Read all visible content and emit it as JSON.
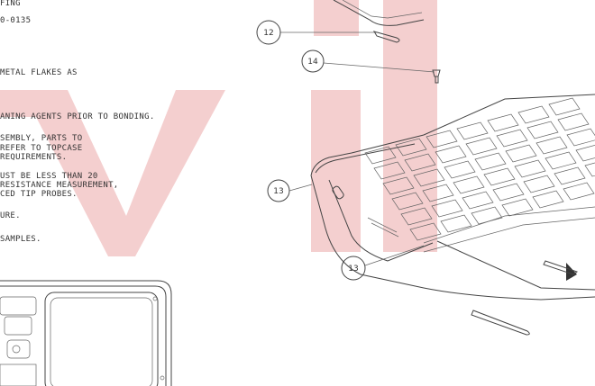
{
  "watermark": {
    "text": "vil",
    "color": "#f3caca"
  },
  "notes": [
    "FING",
    "0-0135",
    "METAL FLAKES AS",
    "ANING AGENTS PRIOR TO BONDING.",
    "SEMBLY, PARTS TO",
    " REFER TO TOPCASE",
    "REQUIREMENTS.",
    "UST BE LESS THAN 20",
    " RESISTANCE MEASUREMENT,",
    "CED TIP PROBES.",
    "URE.",
    " SAMPLES."
  ],
  "callouts": [
    "12",
    "14",
    "13",
    "13"
  ]
}
